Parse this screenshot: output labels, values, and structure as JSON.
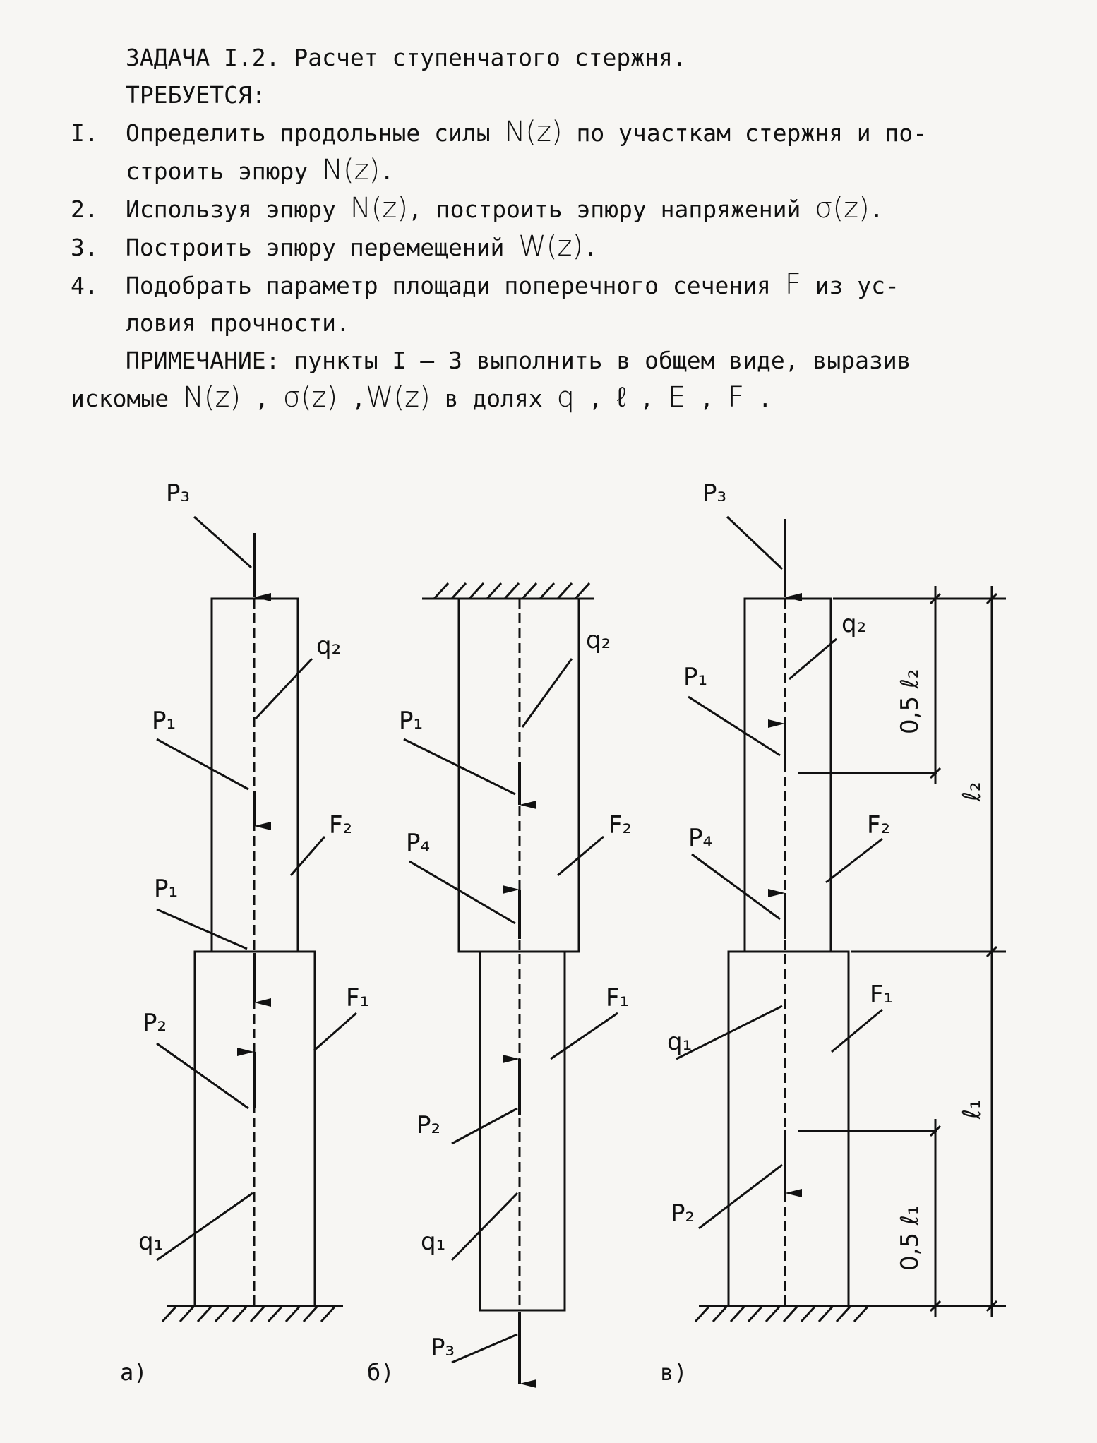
{
  "title": "ЗАДАЧА I.2. Расчет ступенчатого стержня.",
  "required": "ТРЕБУЕТСЯ:",
  "tasks": [
    {
      "num": "I.",
      "parts": [
        "Определить продольные силы ",
        "N(z)",
        " по участкам стержня и по-"
      ]
    },
    {
      "num": "",
      "parts": [
        "строить эпюру ",
        "N(z)",
        "."
      ]
    },
    {
      "num": "2.",
      "parts": [
        "Используя эпюру ",
        "N(z)",
        ", построить эпюру напряжений ",
        "σ(z)",
        "."
      ]
    },
    {
      "num": "3.",
      "parts": [
        "Построить эпюру перемещений ",
        "W(z)",
        "."
      ]
    },
    {
      "num": "4.",
      "parts": [
        "Подобрать параметр площади поперечного сечения ",
        "F",
        " из ус-"
      ]
    },
    {
      "num": "",
      "parts": [
        "ловия прочности."
      ]
    }
  ],
  "note_label": "ПРИМЕЧАНИЕ:",
  "note_text": " пункты I – 3 выполнить в общем виде, выразив",
  "note_line2": {
    "parts": [
      "искомые ",
      "N(z)",
      " , ",
      "σ(z)",
      " ,",
      "W(z)",
      " в долях ",
      "q",
      " , ",
      "ℓ",
      " , ",
      "E",
      " , ",
      "F",
      " ."
    ]
  },
  "figures": {
    "a": {
      "caption": "а)",
      "labels": {
        "P3": "P₃",
        "q2": "q₂",
        "P1a": "P₁",
        "F2": "F₂",
        "P1b": "P₁",
        "F1": "F₁",
        "P2": "P₂",
        "q1": "q₁"
      }
    },
    "b": {
      "caption": "б)",
      "labels": {
        "q2": "q₂",
        "P1": "P₁",
        "F2": "F₂",
        "P4": "P₄",
        "F1": "F₁",
        "P2": "P₂",
        "q1": "q₁",
        "P3": "P₃"
      }
    },
    "c": {
      "caption": "в)",
      "labels": {
        "P3": "P₃",
        "q2": "q₂",
        "P1": "P₁",
        "F2": "F₂",
        "P4": "P₄",
        "F1": "F₁",
        "q1": "q₁",
        "P2": "P₂"
      },
      "dims": {
        "half_l2": "0,5 ℓ₂",
        "l2": "ℓ₂",
        "l1": "ℓ₁",
        "half_l1": "0,5 ℓ₁"
      }
    }
  }
}
